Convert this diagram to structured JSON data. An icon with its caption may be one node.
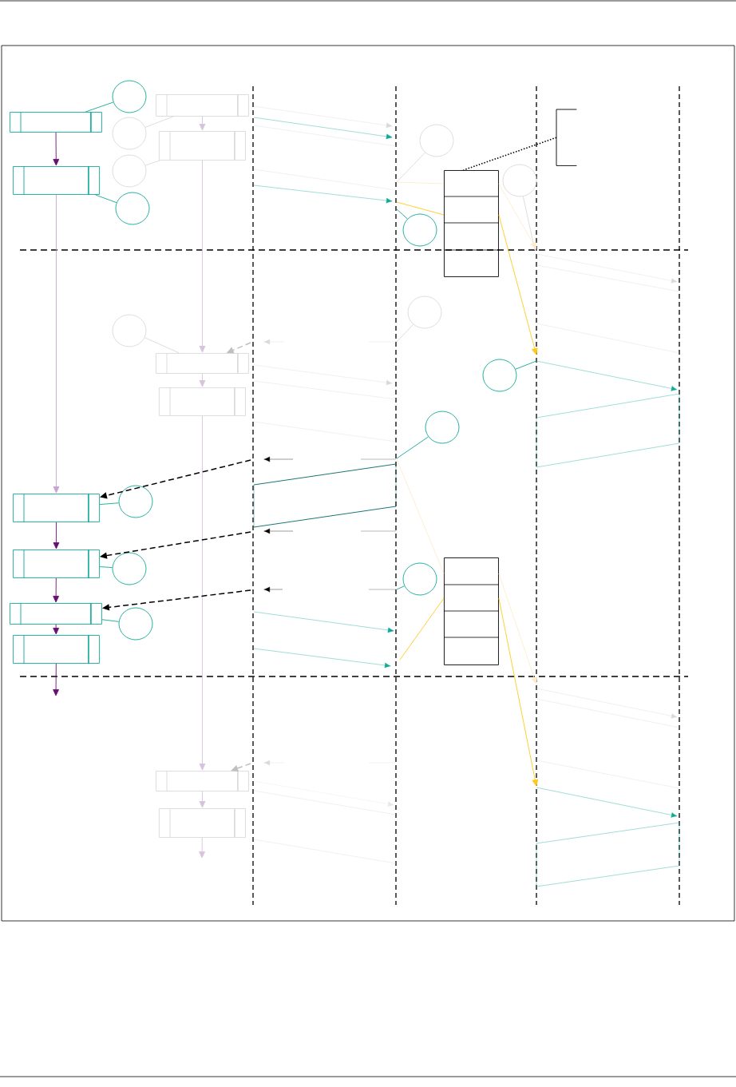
{
  "diagram": {
    "nodes": [
      {
        "text": [],
        "shape": "box"
      },
      {
        "text": [],
        "shape": "box"
      },
      {
        "text": [],
        "shape": "box"
      },
      {
        "text": [],
        "shape": "box"
      },
      {
        "text": [],
        "shape": "box"
      },
      {
        "text": [],
        "shape": "box"
      },
      {
        "text": [],
        "shape": "box"
      },
      {
        "text": [],
        "shape": "box"
      },
      {
        "text": [],
        "shape": "box"
      },
      {
        "text": [],
        "shape": "box"
      },
      {
        "text": [],
        "shape": "box"
      },
      {
        "text": [],
        "shape": "box"
      },
      {
        "text": [],
        "shape": "circle"
      },
      {
        "text": [],
        "shape": "circle"
      },
      {
        "text": [],
        "shape": "circle"
      },
      {
        "text": [],
        "shape": "circle"
      },
      {
        "text": [],
        "shape": "circle"
      },
      {
        "text": [],
        "shape": "circle"
      },
      {
        "text": [],
        "shape": "circle"
      },
      {
        "text": [],
        "shape": "circle"
      },
      {
        "text": [],
        "shape": "circle"
      },
      {
        "text": [],
        "shape": "circle"
      },
      {
        "text": [],
        "shape": "circle"
      },
      {
        "text": [],
        "shape": "circle"
      },
      {
        "text": [],
        "shape": "circle"
      },
      {
        "text": [],
        "shape": "circle"
      },
      {
        "text": [],
        "shape": "circle"
      },
      {
        "text": [],
        "shape": "table"
      },
      {
        "text": [],
        "shape": "table"
      },
      {
        "text": [],
        "shape": "bracket"
      }
    ],
    "edges": [
      {
        "from": 0,
        "to": 1,
        "arrow": "to",
        "color": "#6a0f72"
      },
      {
        "from": 1,
        "to": 2,
        "arrow": "to",
        "color": "#c9a3cf"
      },
      {
        "from": 2,
        "to": 3,
        "arrow": "to",
        "color": "#6a0f72"
      },
      {
        "from": 3,
        "to": 4,
        "arrow": "to",
        "color": "#6a0f72"
      },
      {
        "from": 4,
        "to": 5,
        "arrow": "to",
        "color": "#6a0f72"
      },
      {
        "from": 5,
        "to": null,
        "arrow": "to",
        "color": "#6a0f72"
      },
      {
        "from": 6,
        "to": 7,
        "arrow": "to",
        "color": "#d8c3dc"
      },
      {
        "from": 7,
        "to": 8,
        "arrow": "to",
        "color": "#d8c3dc"
      },
      {
        "from": 8,
        "to": 9,
        "arrow": "to",
        "color": "#d8c3dc"
      },
      {
        "from": 9,
        "to": 10,
        "arrow": "to",
        "color": "#d8c3dc"
      },
      {
        "from": 10,
        "to": 11,
        "arrow": "to",
        "color": "#d8c3dc"
      },
      {
        "from": 11,
        "to": null,
        "arrow": "to",
        "color": "#d8c3dc"
      },
      {
        "from": 12,
        "to": 0,
        "arrow": "none",
        "color": "#10a898"
      },
      {
        "from": 13,
        "to": 1,
        "arrow": "none",
        "color": "#10a898"
      },
      {
        "from": 17,
        "to": 2,
        "arrow": "none",
        "color": "#10a898"
      },
      {
        "from": 18,
        "to": 3,
        "arrow": "none",
        "color": "#10a898"
      },
      {
        "from": 19,
        "to": 4,
        "arrow": "none",
        "color": "#10a898"
      },
      {
        "from": 14,
        "to": null,
        "arrow": "none",
        "color": "#10a898"
      },
      {
        "from": 15,
        "to": null,
        "arrow": "none",
        "color": "#10a898"
      },
      {
        "from": 16,
        "to": null,
        "arrow": "none",
        "color": "#10a898"
      },
      {
        "from": 20,
        "to": null,
        "arrow": "none",
        "color": "#10a898"
      },
      {
        "from": 21,
        "to": 6,
        "arrow": "none",
        "color": "#d9d9d9"
      },
      {
        "from": 22,
        "to": 7,
        "arrow": "none",
        "color": "#d9d9d9"
      },
      {
        "from": 25,
        "to": 8,
        "arrow": "none",
        "color": "#d9d9d9"
      },
      {
        "from": 23,
        "to": null,
        "arrow": "none",
        "color": "#d9d9d9"
      },
      {
        "from": 24,
        "to": null,
        "arrow": "none",
        "color": "#d9d9d9"
      },
      {
        "from": 26,
        "to": null,
        "arrow": "none",
        "color": "#d9d9d9"
      },
      {
        "from": 29,
        "to": 27,
        "arrow": "none",
        "style": "dashed",
        "color": "#000000"
      },
      {
        "from": null,
        "to": 2,
        "arrow": "to",
        "style": "dashed",
        "color": "#000000"
      },
      {
        "from": null,
        "to": 3,
        "arrow": "to",
        "style": "dashed",
        "color": "#000000"
      },
      {
        "from": null,
        "to": 4,
        "arrow": "to",
        "style": "dashed",
        "color": "#000000"
      },
      {
        "from": null,
        "to": 8,
        "arrow": "to",
        "style": "dashed",
        "color": "#bfbfbf"
      },
      {
        "from": null,
        "to": 10,
        "arrow": "to",
        "style": "dashed",
        "color": "#bfbfbf"
      },
      {
        "from": null,
        "to": 27,
        "arrow": "none",
        "color": "#ffc91a"
      },
      {
        "from": 27,
        "to": null,
        "arrow": "to",
        "color": "#ffc91a"
      },
      {
        "from": null,
        "to": 28,
        "arrow": "none",
        "color": "#ffc91a"
      },
      {
        "from": 28,
        "to": null,
        "arrow": "to",
        "color": "#ffc91a"
      },
      {
        "from": null,
        "to": 27,
        "arrow": "none",
        "color": "#fdeccc"
      },
      {
        "from": 27,
        "to": null,
        "arrow": "to",
        "color": "#fdeccc"
      },
      {
        "from": null,
        "to": 28,
        "arrow": "none",
        "color": "#fdeccc"
      },
      {
        "from": 28,
        "to": null,
        "arrow": "to",
        "color": "#fdeccc"
      }
    ]
  }
}
